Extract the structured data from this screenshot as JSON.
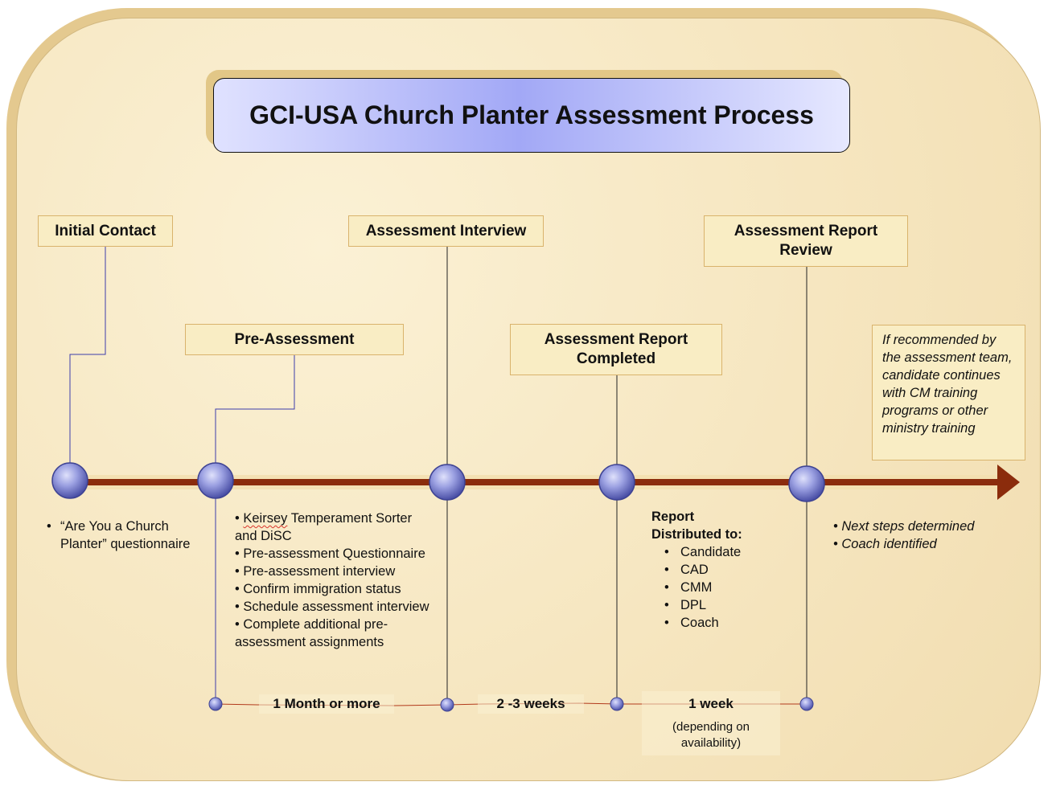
{
  "title": "GCI-USA Church Planter Assessment Process",
  "stages": {
    "initial_contact": "Initial Contact",
    "pre_assessment": "Pre-Assessment",
    "assessment_interview": "Assessment Interview",
    "report_completed": "Assessment Report Completed",
    "report_review": "Assessment  Report Review"
  },
  "note": "If recommended by the assessment team, candidate continues with CM training programs or other ministry training",
  "initial_contact_items": [
    "“Are You a Church Planter” questionnaire"
  ],
  "pre_assessment_items": {
    "i1a": "Keirsey",
    "i1b": " Temperament Sorter and DiSC",
    "i2": "Pre-assessment Questionnaire",
    "i3": "Pre-assessment interview",
    "i4": "Confirm immigration status",
    "i5": " Schedule assessment interview",
    "i6": "Complete additional pre-assessment assignments"
  },
  "report_distribution": {
    "heading": "Report Distributed to:",
    "recipients": [
      "Candidate",
      "CAD",
      "CMM",
      "DPL",
      "Coach"
    ]
  },
  "review_items": [
    "Next steps determined",
    "Coach identified"
  ],
  "durations": {
    "d1": "1 Month or more",
    "d2": "2 -3 weeks",
    "d3": "1 week",
    "d3_note": "(depending on availability)"
  },
  "colors": {
    "timeline_arrow": "#8b2c0c",
    "node": "#7479c8",
    "title_gradient_center": "#a2a8f6",
    "label_fill": "#f9edc4",
    "connector": "#3d3dab"
  }
}
